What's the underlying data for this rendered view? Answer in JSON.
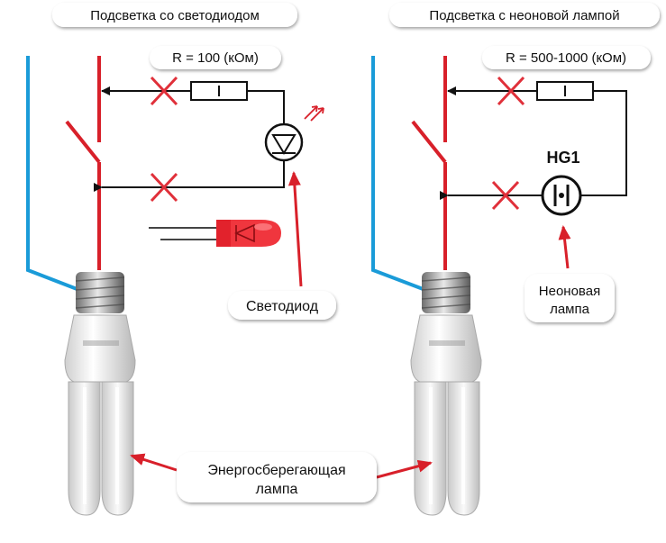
{
  "left_title": "Подсветка со светодиодом",
  "right_title": "Подсветка с неоновой лампой",
  "left_resistor_label": "R = 100 (кОм)",
  "right_resistor_label": "R = 500-1000 (кОм)",
  "neon_designator": "HG1",
  "led_callout": "Светодиод",
  "neon_callout": [
    "Неоновая",
    "лампа"
  ],
  "lamp_callout": [
    "Энергосберегающая",
    "лампа"
  ],
  "colors": {
    "wire_blue": "#1a9bd8",
    "wire_red": "#d8202a",
    "cross_red": "#e0303a",
    "circuit_black": "#111111"
  }
}
